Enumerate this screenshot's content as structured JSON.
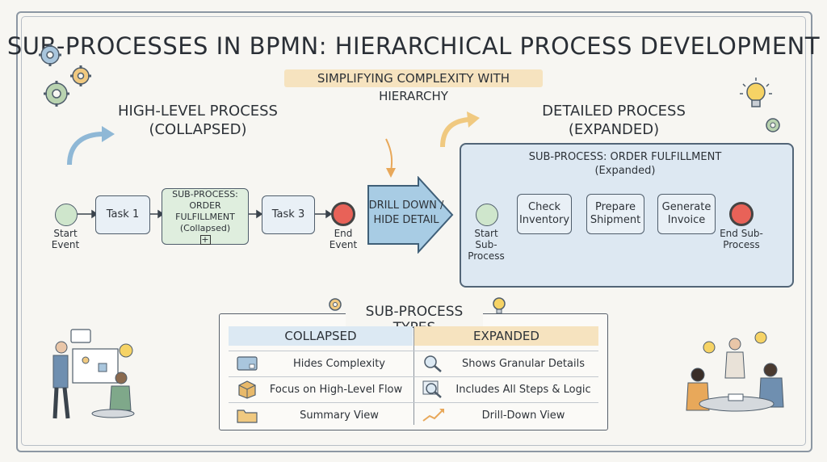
{
  "title": "SUB-PROCESSES IN BPMN: HIERARCHICAL PROCESS DEVELOPMENT",
  "subtitle": "SIMPLIFYING COMPLEXITY WITH HIERARCHY",
  "high_level": {
    "heading_line1": "HIGH-LEVEL PROCESS",
    "heading_line2": "(COLLAPSED)",
    "start_line1": "Start",
    "start_line2": "Event",
    "task1": "Task 1",
    "sub_line1": "SUB-PROCESS:",
    "sub_line2": "ORDER FULFILLMENT",
    "sub_line3": "(Collapsed)",
    "task3": "Task 3",
    "end_line1": "End",
    "end_line2": "Event"
  },
  "drill": {
    "line1": "DRILL DOWN /",
    "line2": "HIDE DETAIL"
  },
  "detailed": {
    "heading_line1": "DETAILED PROCESS",
    "heading_line2": "(EXPANDED)",
    "box_title_line1": "SUB-PROCESS: ORDER FULFILLMENT",
    "box_title_line2": "(Expanded)",
    "start_line1": "Start",
    "start_line2": "Sub-Process",
    "check_line1": "Check",
    "check_line2": "Inventory",
    "prepare_line1": "Prepare",
    "prepare_line2": "Shipment",
    "generate_line1": "Generate",
    "generate_line2": "Invoice",
    "end_line1": "End Sub-",
    "end_line2": "Process"
  },
  "types": {
    "heading": "SUB-PROCESS TYPES",
    "collapsed_header": "COLLAPSED",
    "expanded_header": "EXPANDED",
    "collapsed_rows": [
      "Hides Complexity",
      "Focus on High-Level Flow",
      "Summary View"
    ],
    "expanded_rows": [
      "Shows Granular Details",
      "Includes All Steps & Logic",
      "Drill-Down View"
    ]
  },
  "colors": {
    "collapsed_header_bg": "#dce9f3",
    "expanded_header_bg": "#f6e3bf",
    "start_event": "#cfe6cc",
    "end_event": "#e86258",
    "arrow": "#8fb8d6"
  }
}
